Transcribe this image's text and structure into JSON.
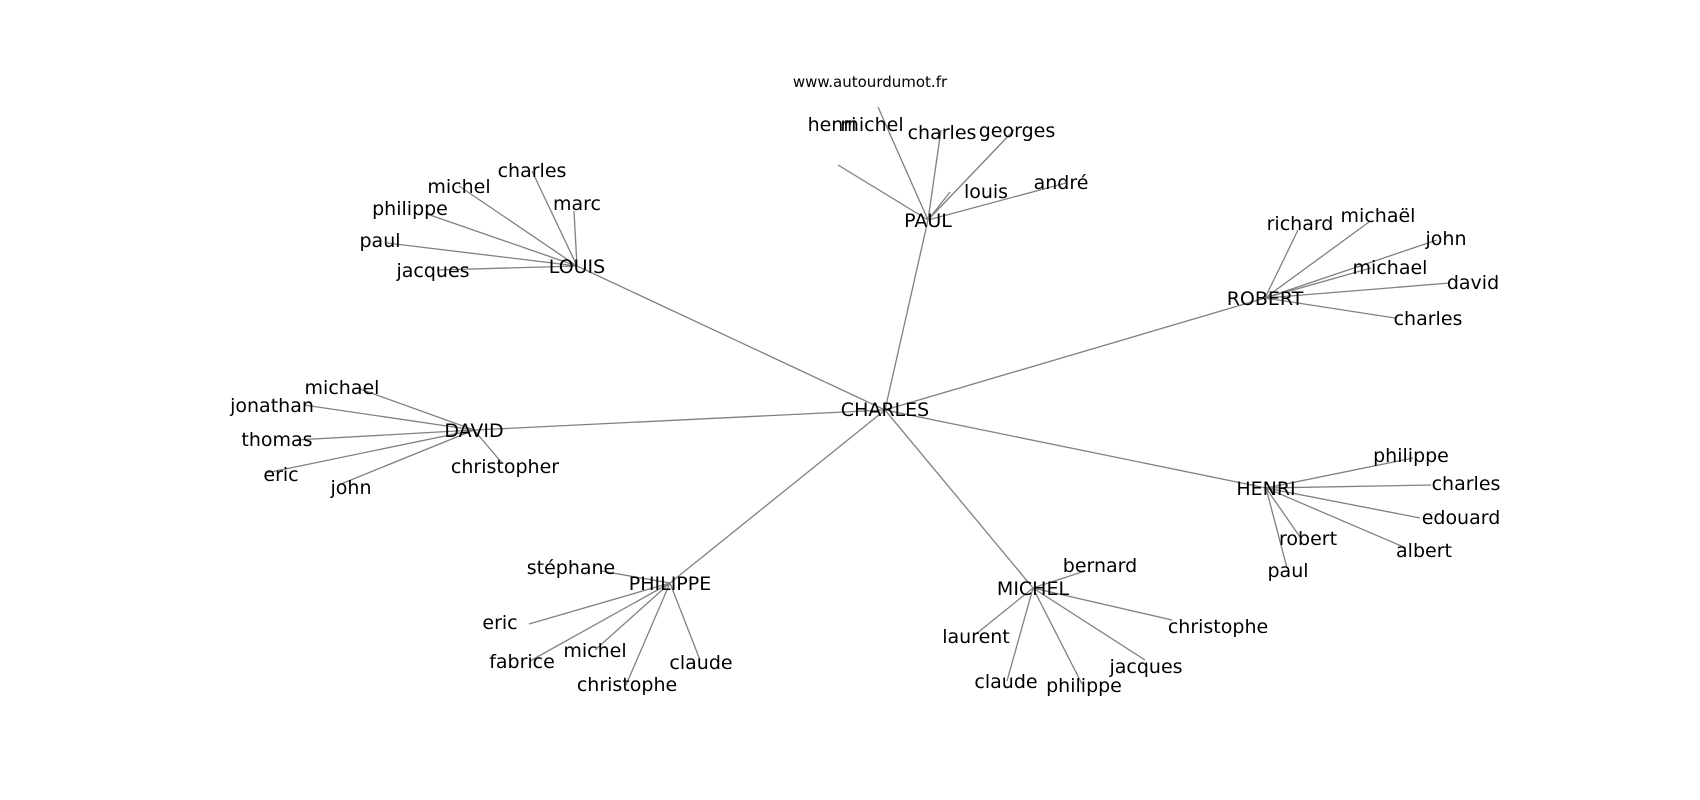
{
  "site": "www.autourdumot.fr",
  "root": "CHARLES",
  "groups": [
    {
      "label": "PAUL",
      "children": [
        "henri",
        "michel",
        "charles",
        "georges",
        "louis",
        "andré"
      ]
    },
    {
      "label": "LOUIS",
      "children": [
        "charles",
        "michel",
        "philippe",
        "paul",
        "jacques",
        "marc"
      ]
    },
    {
      "label": "ROBERT",
      "children": [
        "richard",
        "michaël",
        "john",
        "michael",
        "david",
        "charles"
      ]
    },
    {
      "label": "DAVID",
      "children": [
        "michael",
        "jonathan",
        "thomas",
        "eric",
        "john",
        "christopher"
      ]
    },
    {
      "label": "HENRI",
      "children": [
        "philippe",
        "charles",
        "edouard",
        "albert",
        "robert",
        "paul"
      ]
    },
    {
      "label": "PHILIPPE",
      "children": [
        "stéphane",
        "eric",
        "fabrice",
        "michel",
        "christophe",
        "claude"
      ]
    },
    {
      "label": "MICHEL",
      "children": [
        "bernard",
        "christophe",
        "laurent",
        "claude",
        "philippe",
        "jacques"
      ]
    }
  ]
}
